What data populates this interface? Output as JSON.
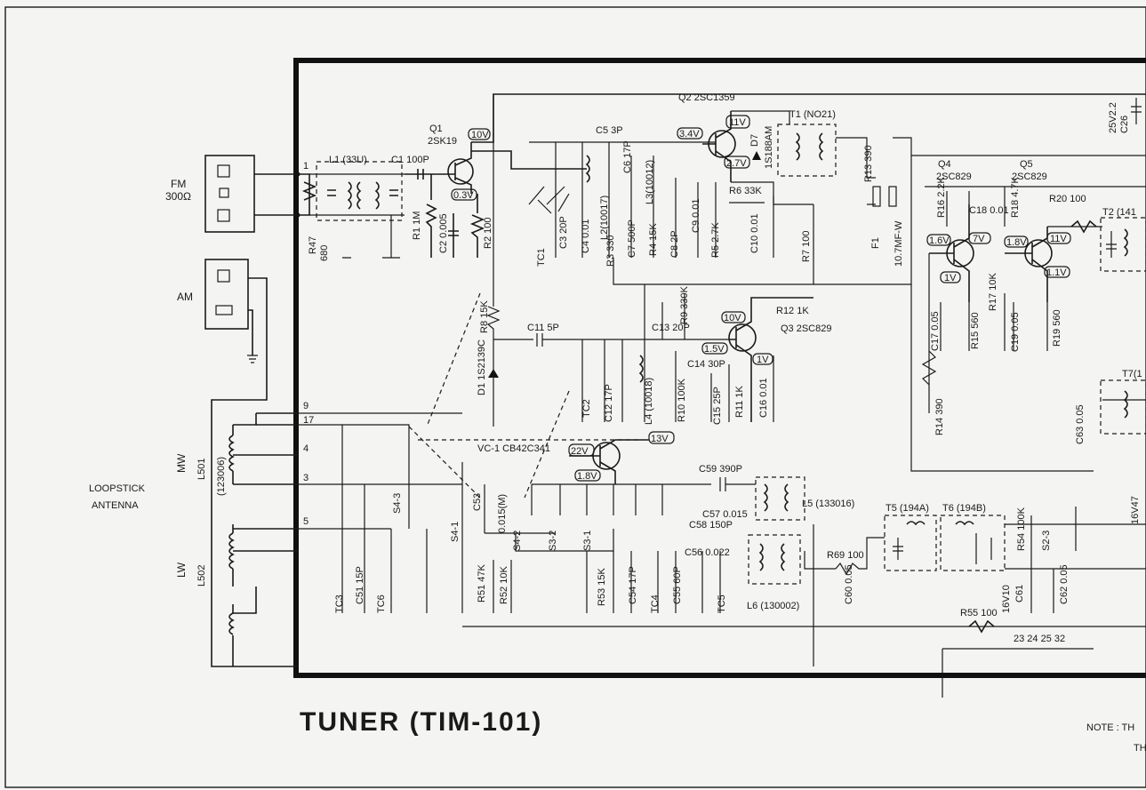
{
  "title": "TUNER (TIM-101)",
  "note": "NOTE : TH",
  "note2": "TH",
  "inputs": {
    "fm": "FM",
    "fm_ohm": "300Ω",
    "am": "AM",
    "loopstick": [
      "LOOPSTICK",
      "ANTENNA"
    ],
    "mw": "MW",
    "mw_coil": "L501",
    "lw": "LW",
    "lw_coil": "L502",
    "coil_code": "(123006)",
    "pins": [
      "1",
      "9",
      "17",
      "4",
      "3",
      "5"
    ]
  },
  "parts": {
    "L1": "L1 (33U)",
    "C1": "C1 100P",
    "Q1": "Q1",
    "Q1t": "2SK19",
    "R47": "R47",
    "R47v": "680",
    "R1": "R1 1M",
    "C2": "C2 0.005",
    "R2": "R2 100",
    "Q2": "Q2 2SC1359",
    "C5": "C5 3P",
    "C6": "C6 17P",
    "L2": "L2(10017)",
    "L3": "L3(10012)",
    "TC1": "TC1",
    "C3": "C3 20P",
    "C4": "C4 0.01",
    "R3": "R3 330",
    "C7": "C7 500P",
    "R4": "R4 15K",
    "C8": "C8 2P",
    "C9": "C9 0.01",
    "R5": "R5 2.7K",
    "R6": "R6 33K",
    "C10": "C10 0.01",
    "R7": "R7 100",
    "T1": "T1 (NO21)",
    "D7": "D7",
    "D7t": "1S188AM",
    "R13": "R13 390",
    "F1": "F1",
    "F1t": "10.7MF-W",
    "Q4": "Q4",
    "Q4t": "2SC829",
    "Q5": "Q5",
    "Q5t": "2SC829",
    "R16": "R16 2.2K",
    "C18": "C18 0.01",
    "R18": "R18 4.7K",
    "R20": "R20 100",
    "T2": "T2 (141",
    "C26": "C26",
    "C26v": "25V2.2",
    "R8": "R8 15K",
    "D1": "D1 1S2139C",
    "C11": "C11 5P",
    "C13": "C13 20P",
    "R9": "R9 330K",
    "R12": "R12 1K",
    "Q3": "Q3 2SC829",
    "C14": "C14 30P",
    "TC2": "TC2",
    "C12": "C12 17P",
    "L4": "L4 (10018)",
    "R10": "R10 100K",
    "C15": "C15 25P",
    "R11": "R11 1K",
    "C16": "C16 0.01",
    "C17": "C17 0.05",
    "R15": "R15 560",
    "R17": "R17 10K",
    "C19": "C19 0.05",
    "R19": "R19 560",
    "R14": "R14 390",
    "C63": "C63 0.05",
    "T7": "T7(1",
    "VC1": "VC-1 CB42C341",
    "C53": "C53",
    "C53v": "0.015(M)",
    "S41": "S4-1",
    "S42": "S4-2",
    "S43": "S4-3",
    "S32": "S3-2",
    "S31": "S3-1",
    "C59": "C59 390P",
    "C57": "C57 0.015",
    "C58": "C58 150P",
    "C56": "C56 0.022",
    "L5": "L5 (133016)",
    "L6": "L6 (130002)",
    "T5": "T5 (194A)",
    "T6": "T6 (194B)",
    "R69": "R69 100",
    "C60": "C60 0.05",
    "R54": "R54 100K",
    "S23": "S2-3",
    "C61": "C61",
    "C61v": "16V10",
    "C62": "C62 0.05",
    "R55": "R55 100",
    "pins2": "23 24 25 32",
    "C64": "16V47",
    "R51": "R51 47K",
    "R52": "R52 10K",
    "R53": "R53 15K",
    "C54": "C54 17P",
    "C55": "C55 60P",
    "TC4": "TC4",
    "TC5": "TC5",
    "TC3": "TC3",
    "C51": "C51 15P",
    "TC6": "TC6"
  },
  "voltages": [
    "10V",
    "0.3V",
    "3.4V",
    "11V",
    "2.7V",
    "1.6V",
    "7V",
    "1.8V",
    "11V",
    "1V",
    "1.1V",
    "10V",
    "1.5V",
    "1V",
    "22V",
    "13V",
    "1.8V"
  ]
}
